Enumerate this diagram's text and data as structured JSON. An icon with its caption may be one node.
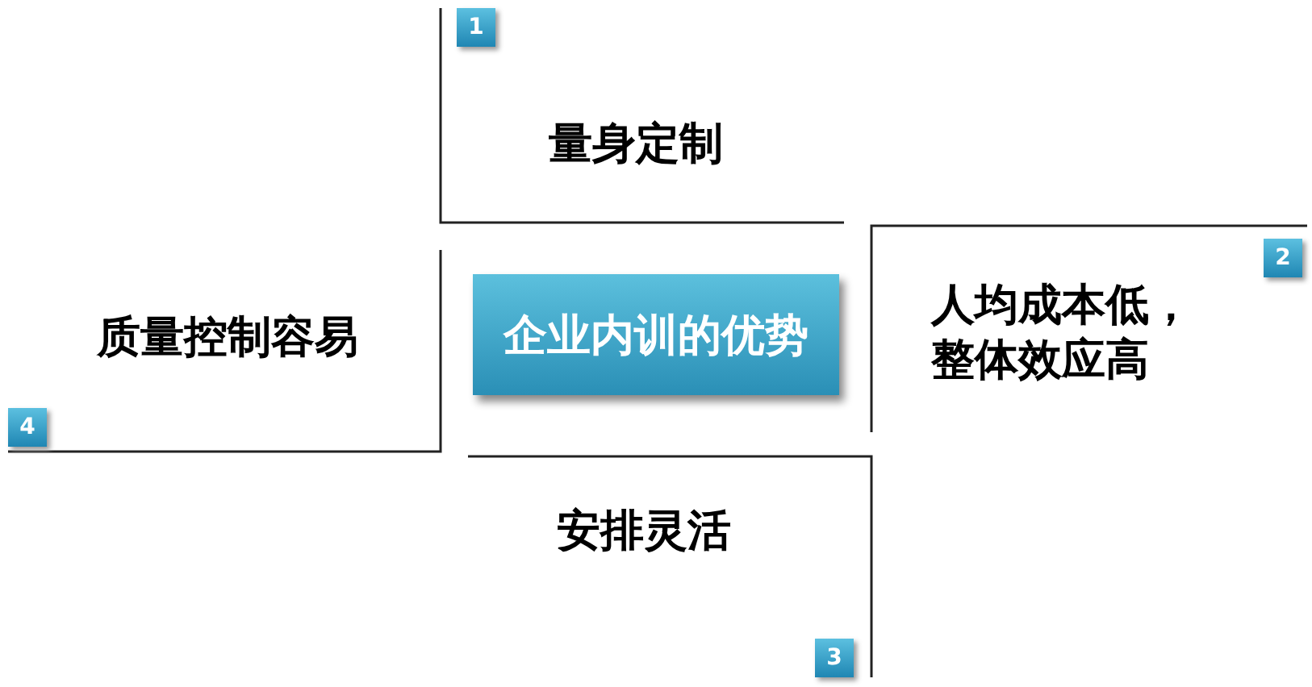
{
  "diagram": {
    "nodes": [
      {
        "text": [
          "1"
        ]
      },
      {
        "text": [
          "2"
        ]
      },
      {
        "text": [
          "企业内训的优势"
        ]
      },
      {
        "text": [
          "4"
        ]
      },
      {
        "text": [
          "3"
        ]
      }
    ],
    "labels": [
      "量身定制",
      "人均成本低，整体效应高",
      "质量控制容易",
      "安排灵活"
    ]
  }
}
